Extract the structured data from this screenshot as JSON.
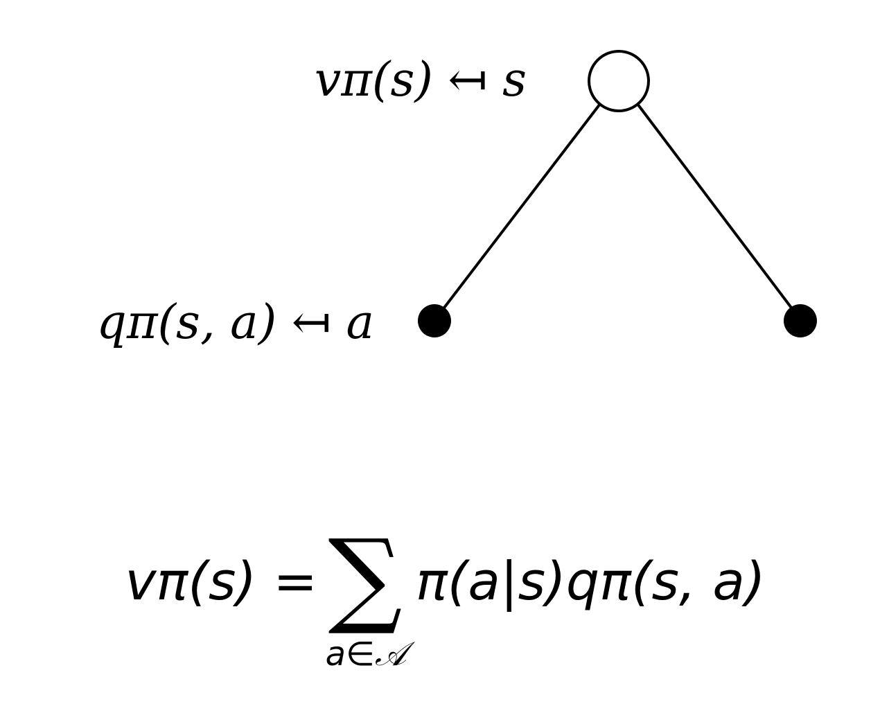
{
  "diagram": {
    "state_label": "vπ(s) ↤ s",
    "action_label": "qπ(s, a) ↤ a",
    "nodes": [
      {
        "id": "s",
        "type": "state",
        "filled": false
      },
      {
        "id": "a1",
        "type": "action",
        "filled": true
      },
      {
        "id": "a2",
        "type": "action",
        "filled": true
      }
    ],
    "edges": [
      [
        "s",
        "a1"
      ],
      [
        "s",
        "a2"
      ]
    ]
  },
  "equation": {
    "lhs": "vπ(s) =",
    "sum": "∑",
    "rhs": "π(a|s)qπ(s, a)",
    "sum_subscript": "a∈𝒜"
  }
}
